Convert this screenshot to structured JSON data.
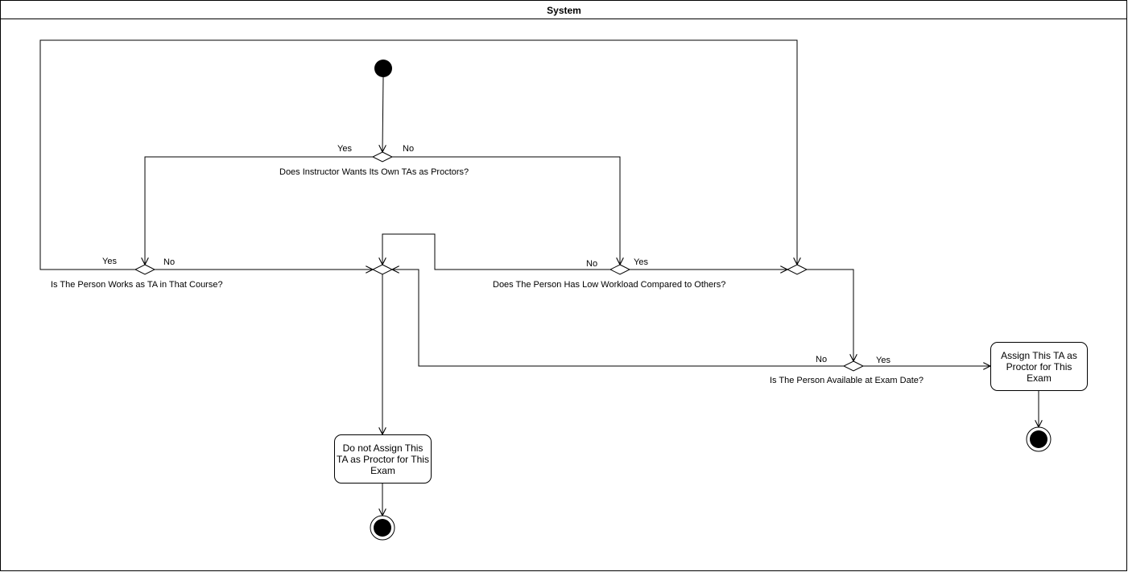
{
  "swimlane": {
    "title": "System"
  },
  "decisions": {
    "d1": {
      "question": "Does Instructor Wants Its Own TAs as Proctors?",
      "yes": "Yes",
      "no": "No"
    },
    "d2": {
      "question": "Is The Person Works as TA in That Course?",
      "yes": "Yes",
      "no": "No"
    },
    "d3": {
      "question": "Does The Person Has Low Workload Compared to Others?",
      "yes": "Yes",
      "no": "No"
    },
    "d4": {
      "question": "Is The Person Available at Exam Date?",
      "yes": "Yes",
      "no": "No"
    }
  },
  "actions": {
    "reject": "Do not Assign This TA as Proctor for This Exam",
    "assign": "Assign This TA as Proctor for This Exam"
  }
}
